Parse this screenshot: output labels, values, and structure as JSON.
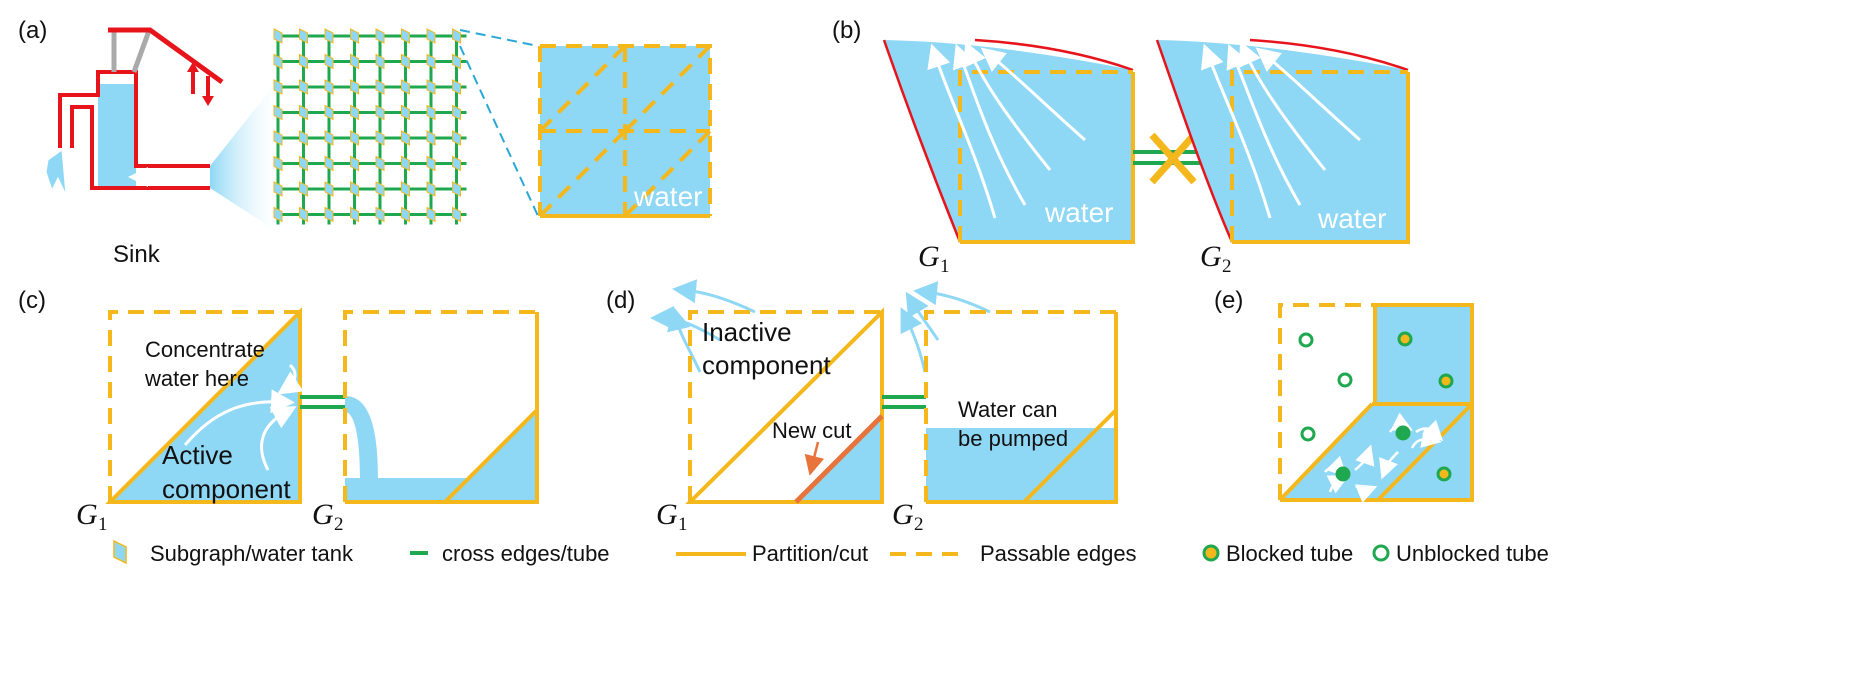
{
  "panels": {
    "a": {
      "label": "(a)",
      "sink": "Sink",
      "water": "water"
    },
    "b": {
      "label": "(b)",
      "water_left": "water",
      "water_right": "water",
      "g1": "G",
      "g1_sub": "1",
      "g2": "G",
      "g2_sub": "2"
    },
    "c": {
      "label": "(c)",
      "concentrate_1": "Concentrate",
      "concentrate_2": "water here",
      "active_1": "Active",
      "active_2": "component",
      "g1": "G",
      "g1_sub": "1",
      "g2": "G",
      "g2_sub": "2"
    },
    "d": {
      "label": "(d)",
      "inactive_1": "Inactive",
      "inactive_2": "component",
      "new_cut": "New cut",
      "pumped_1": "Water can",
      "pumped_2": "be pumped",
      "g1": "G",
      "g1_sub": "1",
      "g2": "G",
      "g2_sub": "2"
    },
    "e": {
      "label": "(e)"
    }
  },
  "legend": {
    "subgraph": "Subgraph/water tank",
    "cross_edges": "cross edges/tube",
    "partition": "Partition/cut",
    "passable": "Passable edges",
    "blocked": "Blocked tube",
    "unblocked": "Unblocked tube"
  },
  "colors": {
    "water": "#8fd8f5",
    "cut": "#f5b81c",
    "tube": "#1fa84f",
    "tap": "#e8141c",
    "new_cut": "#e8743b"
  }
}
